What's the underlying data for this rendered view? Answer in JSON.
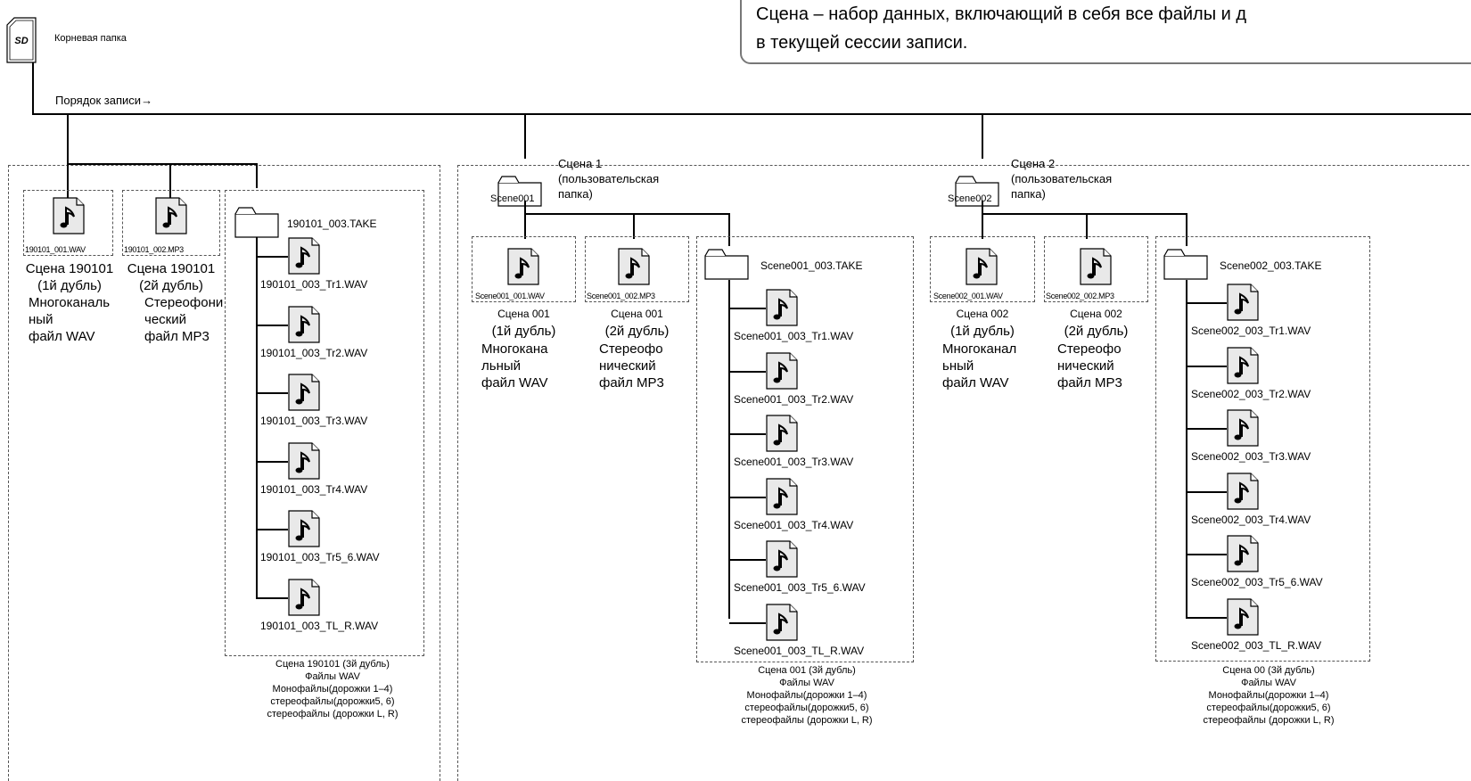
{
  "root": {
    "label": "Корневая папка",
    "sd_text": "SD"
  },
  "callout": {
    "line1": "Сцена – набор данных, включающий в себя все файлы и д",
    "line2": "в текущей сессии записи."
  },
  "record_order": "Порядок записи→",
  "group_a": {
    "file1": {
      "name": "190101_001.WAV",
      "desc": [
        "Сцена 190101",
        "(1й дубль)",
        "Многоканаль",
        "ный",
        "файл WAV"
      ]
    },
    "file2": {
      "name": "190101_002.MP3",
      "desc": [
        "Сцена 190101",
        "(2й дубль)",
        "Стереофони",
        "ческий",
        "файл MP3"
      ]
    },
    "take": {
      "folder": "190101_003.TAKE",
      "files": [
        "190101_003_Tr1.WAV",
        "190101_003_Tr2.WAV",
        "190101_003_Tr3.WAV",
        "190101_003_Tr4.WAV",
        "190101_003_Tr5_6.WAV",
        "190101_003_TL_R.WAV"
      ],
      "desc": [
        "Сцена 190101 (3й дубль)",
        "Файлы WAV",
        "Монофайлы(дорожки 1–4)",
        "стереофайлы(дорожки5, 6)",
        "стереофайлы (дорожки L, R)"
      ]
    }
  },
  "scene1": {
    "folder_name": "Scene001",
    "title": [
      "Сцена 1",
      "(пользовательская",
      "папка)"
    ],
    "file1": {
      "name": "Scene001_001.WAV",
      "desc": [
        "Сцена 001",
        "(1й дубль)",
        "Многокана",
        "льный",
        "файл WAV"
      ]
    },
    "file2": {
      "name": "Scene001_002.MP3",
      "desc": [
        "Сцена 001",
        "(2й дубль)",
        "Стереофо",
        "нический",
        "файл MP3"
      ]
    },
    "take": {
      "folder": "Scene001_003.TAKE",
      "files": [
        "Scene001_003_Tr1.WAV",
        "Scene001_003_Tr2.WAV",
        "Scene001_003_Tr3.WAV",
        "Scene001_003_Tr4.WAV",
        "Scene001_003_Tr5_6.WAV",
        "Scene001_003_TL_R.WAV"
      ],
      "desc": [
        "Сцена 001 (3й дубль)",
        "Файлы WAV",
        "Монофайлы(дорожки 1–4)",
        "стереофайлы(дорожки5, 6)",
        "стереофайлы (дорожки L, R)"
      ]
    }
  },
  "scene2": {
    "folder_name": "Scene002",
    "title": [
      "Сцена 2",
      "(пользовательская",
      "папка)"
    ],
    "file1": {
      "name": "Scene002_001.WAV",
      "desc": [
        "Сцена 002",
        "(1й дубль)",
        "Многоканал",
        "ьный",
        "файл WAV"
      ]
    },
    "file2": {
      "name": "Scene002_002.MP3",
      "desc": [
        "Сцена 002",
        "(2й дубль)",
        "Стереофо",
        "нический",
        "файл MP3"
      ]
    },
    "take": {
      "folder": "Scene002_003.TAKE",
      "files": [
        "Scene002_003_Tr1.WAV",
        "Scene002_003_Tr2.WAV",
        "Scene002_003_Tr3.WAV",
        "Scene002_003_Tr4.WAV",
        "Scene002_003_Tr5_6.WAV",
        "Scene002_003_TL_R.WAV"
      ],
      "desc": [
        "Сцена 00 (3й дубль)",
        "Файлы WAV",
        "Монофайлы(дорожки 1–4)",
        "стереофайлы(дорожки5, 6)",
        "стереофайлы (дорожки L, R)"
      ]
    }
  },
  "icons": {
    "audio_file": "music-note-file-icon",
    "folder": "folder-icon",
    "sd_card": "sd-card-icon"
  }
}
